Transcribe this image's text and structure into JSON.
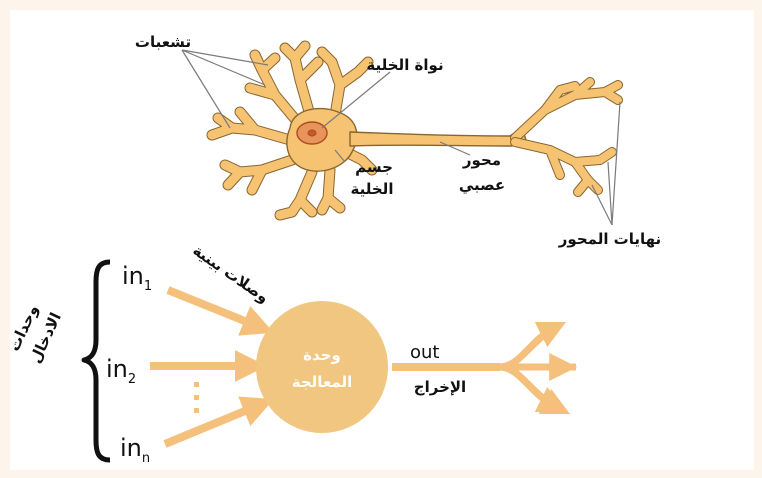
{
  "labels": {
    "dendrites": "تشعبات",
    "nucleus": "نواة الخلية",
    "cell_body_line1": "جسم",
    "cell_body_line2": "الخلية",
    "axon_line1": "محور",
    "axon_line2": "عصبي",
    "axon_terminals": "نهايات المحور",
    "input_units_line1": "وحدات",
    "input_units_line2": "الادخال",
    "connections": "وصلات بينية",
    "processing_line1": "وحدة",
    "processing_line2": "المعالجة",
    "out": "out",
    "output": "الإخراج",
    "in_1_base": "in",
    "in_1_sub": "1",
    "in_2_base": "in",
    "in_2_sub": "2",
    "in_n_base": "in",
    "in_n_sub": "n",
    "ellipsis": "⋮"
  },
  "colors": {
    "neuron_fill": "#f6c372",
    "neuron_stroke": "#8a6530",
    "nucleus_fill": "#e8935a",
    "nucleus_core": "#c85a2a",
    "arrow": "#f4c07c",
    "processing_circle": "#f0c681",
    "background": "#fdf4ec",
    "panel": "#ffffff",
    "text": "#111111"
  }
}
